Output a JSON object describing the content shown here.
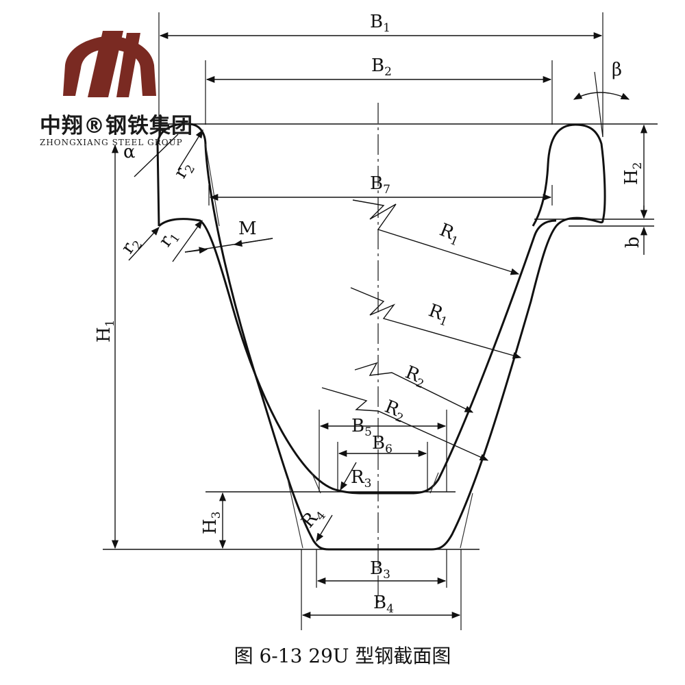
{
  "logo": {
    "name": "中翔®钢铁集团",
    "subtitle": "ZHONGXIANG STEEL GROUP",
    "color": "#7a2a22"
  },
  "caption": "图 6-13   29U 型钢截面图",
  "labels": {
    "B1": "B",
    "B1_sub": "1",
    "B2": "B",
    "B2_sub": "2",
    "B3": "B",
    "B3_sub": "3",
    "B4": "B",
    "B4_sub": "4",
    "B5": "B",
    "B5_sub": "5",
    "B6": "B",
    "B6_sub": "6",
    "B7": "B",
    "B7_sub": "7",
    "H1": "H",
    "H1_sub": "1",
    "H2": "H",
    "H2_sub": "2",
    "H3": "H",
    "H3_sub": "3",
    "b": "b",
    "beta": "β",
    "alpha": "α",
    "M": "M",
    "R1a": "R",
    "R1a_sub": "1",
    "R1b": "R",
    "R1b_sub": "1",
    "R2a": "R",
    "R2a_sub": "2",
    "R2b": "R",
    "R2b_sub": "2",
    "R3": "R",
    "R3_sub": "3",
    "R4": "R",
    "R4_sub": "4",
    "r1": "r",
    "r1_sub": "1",
    "r2a": "r",
    "r2a_sub": "2",
    "r2b": "r",
    "r2b_sub": "2"
  }
}
